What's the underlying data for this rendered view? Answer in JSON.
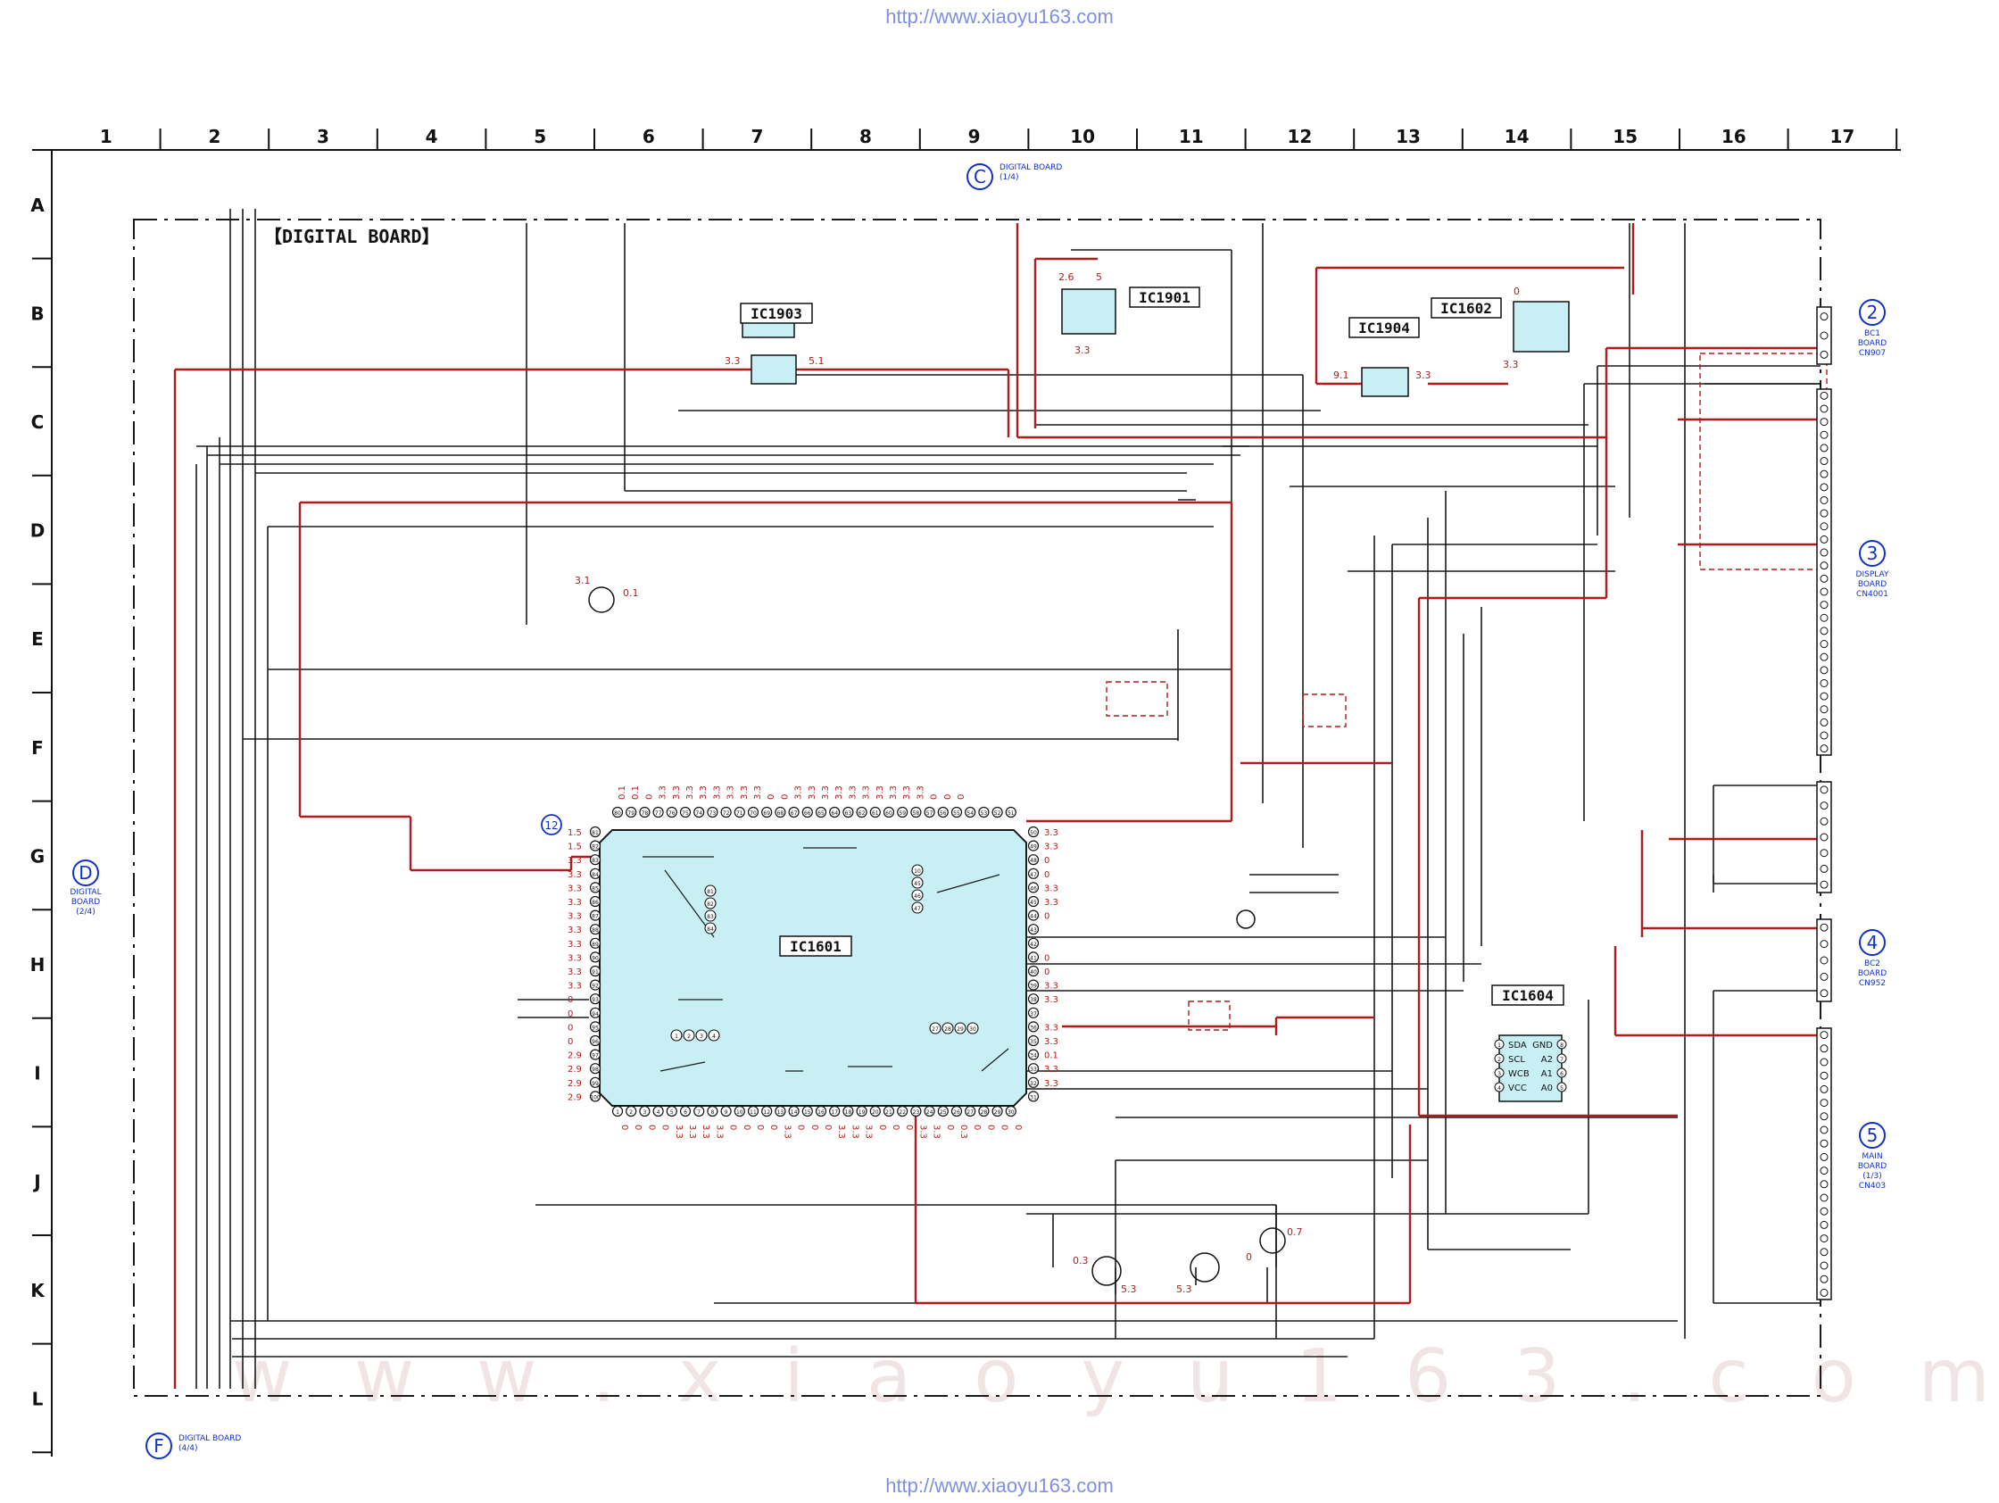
{
  "header_url": "http://www.xiaoyu163.com",
  "footer_url": "http://www.xiaoyu163.com",
  "board_title": "【DIGITAL BOARD】",
  "watermark": "www.xiaoyu163.com",
  "columns": [
    "1",
    "2",
    "3",
    "4",
    "5",
    "6",
    "7",
    "8",
    "9",
    "10",
    "11",
    "12",
    "13",
    "14",
    "15",
    "16",
    "17"
  ],
  "rows": [
    "A",
    "B",
    "C",
    "D",
    "E",
    "F",
    "G",
    "H",
    "I",
    "J",
    "K",
    "L"
  ],
  "refs": [
    {
      "mark": "C",
      "line1": "DIGITAL BOARD",
      "line2": "(1/4)",
      "line3": ""
    },
    {
      "mark": "D",
      "line1": "DIGITAL",
      "line2": "BOARD",
      "line3": "(2/4)"
    },
    {
      "mark": "F",
      "line1": "DIGITAL BOARD",
      "line2": "(4/4)",
      "line3": ""
    },
    {
      "mark": "2",
      "line1": "BC1",
      "line2": "BOARD",
      "line3": "CN907"
    },
    {
      "mark": "3",
      "line1": "DISPLAY",
      "line2": "BOARD",
      "line3": "CN4001"
    },
    {
      "mark": "4",
      "line1": "BC2",
      "line2": "BOARD",
      "line3": "CN952"
    },
    {
      "mark": "5",
      "line1": "MAIN",
      "line2": "BOARD",
      "line3": "(1/3)"
    }
  ],
  "main_board_cn": "CN403",
  "callout_12": "12",
  "ics": {
    "ic1903": "IC1903",
    "ic1901": "IC1901",
    "ic1904": "IC1904",
    "ic1602": "IC1602",
    "ic1601": "IC1601",
    "ic1604": "IC1604"
  },
  "ic1604_left_pins": [
    {
      "num": "1",
      "name": "SDA"
    },
    {
      "num": "2",
      "name": "SCL"
    },
    {
      "num": "3",
      "name": "WCB"
    },
    {
      "num": "4",
      "name": "VCC"
    }
  ],
  "ic1604_right_pins": [
    {
      "num": "8",
      "name": "GND"
    },
    {
      "num": "7",
      "name": "A2"
    },
    {
      "num": "6",
      "name": "A1"
    },
    {
      "num": "5",
      "name": "A0"
    }
  ],
  "voltages": {
    "ic1903_in": "3.3",
    "ic1903_out": "5.1",
    "ic1901_a": "2.6",
    "ic1901_b": "5",
    "ic1901_c": "3.3",
    "ic1904_in": "9.1",
    "ic1904_out": "3.3",
    "ic1602_a": "0",
    "ic1602_b": "3.3",
    "q_top_a": "3.1",
    "q_top_b": "0.1",
    "q1_b": "0.3",
    "q1_e": "5.3",
    "q2_e": "5.3",
    "q3_b": "0",
    "q3_c": "0.7"
  },
  "ic1601_left_voltages": [
    "1.5",
    "1.5",
    "3.3",
    "3.3",
    "3.3",
    "3.3",
    "3.3",
    "3.3",
    "3.3",
    "3.3",
    "3.3",
    "3.3",
    "0",
    "0",
    "0",
    "0",
    "2.9",
    "2.9",
    "2.9",
    "2.9"
  ],
  "ic1601_right_voltages": [
    "3.3",
    "3.3",
    "0",
    "0",
    "3.3",
    "3.3",
    "0",
    "",
    "",
    "0",
    "0",
    "3.3",
    "3.3",
    "",
    "3.3",
    "3.3",
    "0.1",
    "3.3",
    "3.3",
    ""
  ],
  "ic1601_top_voltages": [
    "0.1",
    "0.1",
    "0",
    "3.3",
    "3.3",
    "3.3",
    "3.3",
    "3.3",
    "3.3",
    "3.3",
    "3.3",
    "0",
    "0",
    "3.3",
    "3.3",
    "3.3",
    "3.3",
    "3.3",
    "3.3",
    "3.3",
    "3.3",
    "3.3",
    "3.3",
    "0",
    "0",
    "0"
  ],
  "ic1601_bottom_voltages": [
    "0",
    "0",
    "0",
    "0",
    "3.3",
    "3.3",
    "3.3",
    "3.3",
    "0",
    "0",
    "0",
    "0",
    "3.3",
    "0",
    "0",
    "0",
    "3.3",
    "3.3",
    "3.3",
    "0",
    "0",
    "0",
    "3.3",
    "3.3",
    "0",
    "0.3",
    "0",
    "0",
    "0",
    "0"
  ],
  "colors": {
    "wire_black": "#1a1a1a",
    "wire_red": "#b01c1c",
    "ic_fill": "#c8f0f4",
    "ref_blue": "#1030c8",
    "grid_text": "#111111",
    "watermark": "#f0e0e0"
  }
}
